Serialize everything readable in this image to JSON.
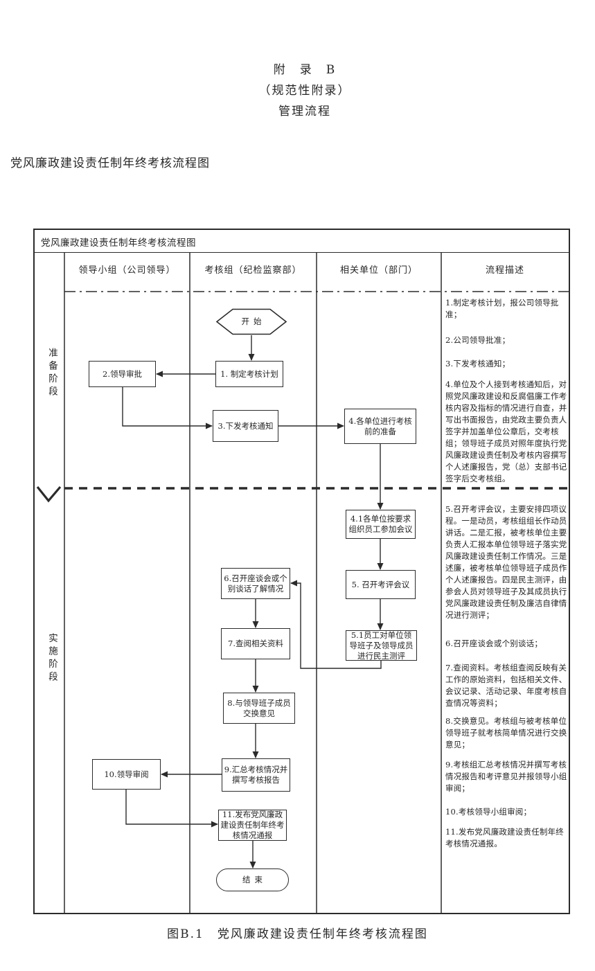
{
  "page": {
    "appendix": {
      "line1": "附　录　B",
      "line2": "（规范性附录）",
      "line3": "管理流程"
    },
    "heading": "党风廉政建设责任制年终考核流程图",
    "caption": "图B.1　党风廉政建设责任制年终考核流程图"
  },
  "flowchart": {
    "title": "党风廉政建设责任制年终考核流程图",
    "columns": [
      "领导小组（公司领导）",
      "考核组（纪检监察部）",
      "相关单位（部门）",
      "流程描述"
    ],
    "phases": [
      {
        "label": "准备阶段"
      },
      {
        "label": "实施阶段"
      }
    ],
    "nodes": {
      "start": "开始",
      "n1": "1. 制定考核计划",
      "n2": "2.领导审批",
      "n3": "3.下发考核通知",
      "n4": "4.各单位进行考核前的准备",
      "n4_1": "4.1各单位按要求组织员工参加会议",
      "n5": "5. 召开考评会议",
      "n5_1": "5.1员工对单位领导班子及领导成员进行民主测评",
      "n6": "6.召开座谈会或个别谈话了解情况",
      "n7": "7.查阅相关资料",
      "n8": "8.与领导班子成员交换意见",
      "n9": "9.汇总考核情况并撰写考核报告",
      "n10": "10.领导审阅",
      "n11": "11.发布党风廉政建设责任制年终考核情况通报",
      "end": "结束"
    },
    "descriptions": [
      "1.制定考核计划，报公司领导批准；",
      "2.公司领导批准；",
      "3.下发考核通知；",
      "4.单位及个人接到考核通知后，对照党风廉政建设和反腐倡廉工作考核内容及指标的情况进行自查，并写出书面报告，由党政主要负责人签字并加盖单位公章后，交考核组；领导班子成员对照年度执行党风廉政建设责任制及考核内容撰写个人述廉报告，党（总）支部书记签字后交考核组。",
      "5.召开考评会议，主要安排四项议程。一是动员，考核组组长作动员讲话。二是汇报，被考核单位主要负责人汇报本单位领导班子落实党风廉政建设责任制工作情况。三是述廉，被考核单位领导班子成员作个人述廉报告。四是民主测评，由参会人员对领导班子及其成员执行党风廉政建设责任制及廉洁自律情况进行测评；",
      "6.召开座谈会或个别谈话；",
      "7.查阅资料。考核组查阅反映有关工作的原始资料，包括相关文件、会议记录、活动记录、年度考核自查情况等资料；",
      "8.交换意见。考核组与被考核单位领导班子就考核简单情况进行交换意见；",
      "9.考核组汇总考核情况并撰写考核情况报告和考评意见并报领导小组审阅；",
      "10.考核领导小组审阅；",
      "11.发布党风廉政建设责任制年终考核情况通报。"
    ]
  }
}
